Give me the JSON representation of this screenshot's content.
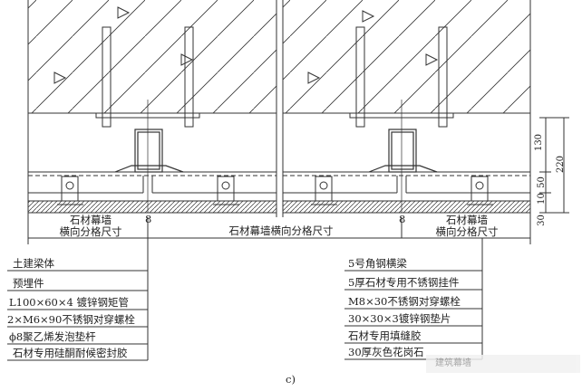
{
  "drawing": {
    "caption": "c)",
    "joint_width": "8",
    "left_span_label": [
      "石材幕墙",
      "横向分格尺寸"
    ],
    "middle_span_label": "石材幕墙横向分格尺寸",
    "right_span_label": [
      "石材幕墙",
      "横向分格尺寸"
    ],
    "dimensions": {
      "d130": "130",
      "d50": "50",
      "d10": "10",
      "d30": "30",
      "d220": "220"
    }
  },
  "left_callouts": [
    "土建梁体",
    "预埋件",
    "L100×60×4 镀锌钢矩管",
    "2×M6×90不锈钢对穿螺栓",
    "ϕ8聚乙烯发泡垫杆",
    "石材专用硅酮耐候密封胶"
  ],
  "right_callouts": [
    "5号角钢横梁",
    "5厚石材专用不锈钢挂件",
    "M8×30不锈钢对穿螺栓",
    "30×30×3镀锌钢垫片",
    "石材专用填缝胶",
    "30厚灰色花岗石"
  ],
  "watermark": "建筑幕墙"
}
